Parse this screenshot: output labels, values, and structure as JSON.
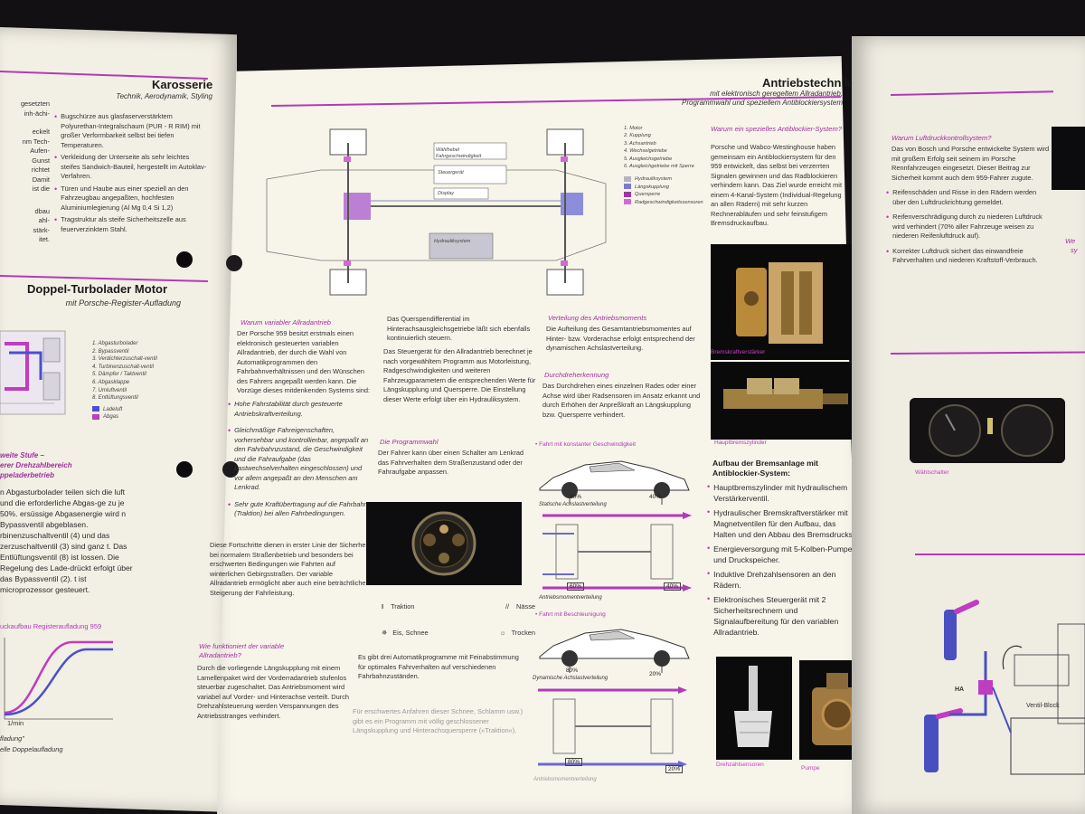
{
  "left_page": {
    "karosserie_title": "Karosserie",
    "karosserie_subtitle": "Technik, Aerodynamik, Styling",
    "frag_lines": [
      "gesetzten",
      "inh-ächi-",
      "eckelt",
      "nm Tech-",
      "Aufen-",
      "Gunst",
      "richtet",
      "Damit",
      "ist die",
      "dbau",
      "ahl-",
      "stärk-",
      "itet."
    ],
    "bullets": [
      "Bugschürze aus glasfaserverstärktem Polyurethan-Integralschaum (PUR - R RIM) mit großer Verformbarkeit selbst bei tiefen Temperaturen.",
      "Verkleidung der Unterseite als sehr leichtes steifes Sandwich-Bauteil, hergestellt im Autoklav-Verfahren.",
      "Türen und Haube aus einer speziell an den Fahrzeugbau angepaßten, hochfesten Aluminiumlegierung (Al Mg 0,4 Si 1,2)",
      "Tragstruktur als steife Sicherheitszelle aus feuerverzinktem Stahl."
    ],
    "turbo_title": "Doppel-Turbolader Motor",
    "turbo_subtitle": "mit Porsche-Register-Aufladung",
    "turbo_legend": [
      "1. Abgasturbolader",
      "2. Bypassventil",
      "3. Verdichterzuschalt-ventil",
      "4. Turbinenzuschalt-ventil",
      "5. Dämpfer / Taktventil",
      "6. Abgasklappe",
      "7. Umluftventil",
      "8. Entlüftungsventil"
    ],
    "turbo_legend_colors": [
      {
        "label": "Ladeluft",
        "color": "#4a4fd0"
      },
      {
        "label": "Abgas",
        "color": "#c03cc0"
      }
    ],
    "stufe_heading": [
      "weite Stufe –",
      "erer Drehzahlbereich",
      "ppeladerbetrieb"
    ],
    "stufe_text": "n Abgasturbolader teilen sich die luft und die erforderliche Abgas-ge zu je 50%. ersüssige Abgasenergie wird n Bypassventil abgeblasen. rbinenzuschaltventil (4) und das zerzuschaltventil (3) sind ganz t. Das Entlüftungsventil (8) ist lossen. Die Regelung des Lade-drückt erfolgt über das Bypassventil (2). t ist microprozessor gesteuert.",
    "chart_title": "uckaufbau Registeraufladung 959",
    "chart_axis_label": "1/min",
    "chart_caption_1": "fladung\"",
    "chart_caption_2": "elle Doppelaufladung"
  },
  "mid_page": {
    "title": "Antriebstechnik",
    "subtitle_1": "mit elektronisch geregeltem Allradantrieb,",
    "subtitle_2": "Programmwahl und speziellem Antiblockiersystem",
    "diagram_boxes": [
      "Wählhebel",
      "Fahrgeschwindigkeit",
      "Steuergerät",
      "Display",
      "Hydrauliksystem"
    ],
    "diagram_legend": [
      "1. Motor",
      "2. Kupplung",
      "3. Achsantrieb",
      "4. Wechselgetriebe",
      "5. Ausgleichsgetriebe",
      "6. Ausgleichgetriebe mit Sperre"
    ],
    "diagram_color_legend": [
      {
        "label": "Hydrauliksystem",
        "color": "#b5b3c0"
      },
      {
        "label": "Längskupplung",
        "color": "#7a7ad6"
      },
      {
        "label": "Quersperre",
        "color": "#9b3a9b"
      },
      {
        "label": "Radgeschwindigkeitssensoren",
        "color": "#d36ad3"
      }
    ],
    "col1_heading": "Warum variabler Allradantrieb",
    "col1_text": "Der Porsche 959 besitzt erstmals einen elektronisch gesteuerten variablen Allradantrieb, der durch die Wahl von Automatikprogrammen den Fahrbahnverhältnissen und den Wünschen des Fahrers angepaßt werden kann. Die Vorzüge dieses mitdenkenden Systems sind:",
    "col1_bullets": [
      "Hohe Fahrstabilität durch gesteuerte Antriebskraftverteilung.",
      "Gleichmäßige Fahreigenschaften, vorhersehbar und kontrollierbar, angepaßt an den Fahrbahnzustand, die Geschwindigkeit und die Fahraufgabe (das Lastwechselverhalten eingeschlossen) und vor allem angepaßt an den Menschen am Lenkrad.",
      "Sehr gute Kraftübertragung auf die Fahrbahn (Traktion) bei allen Fahrbedingungen."
    ],
    "col1_text2": "Diese Fortschritte dienen in erster Linie der Sicherheit bei normalem Straßenbetrieb und besonders bei erschwerten Bedingungen wie Fahrten auf winterlichen Gebirgsstraßen. Der variable Allradantrieb ermöglicht aber auch eine beträchtliche Steigerung der Fahrleistung.",
    "col1_heading2": "Wie funktioniert der variable Allradantrieb?",
    "col1_text3": "Durch die vorliegende Längskupplung mit einem Lamellenpaket wird der Vorderradantrieb stufenlos steuerbar zugeschaltet. Das Antriebsmoment wird variabel auf Vorder- und Hinterachse verteilt. Durch Drehzahlsteuerung werden Verspannungen des Antriebsstranges verhindert.",
    "col2_text1": "Das Querspendifferential im Hinterachsausgleichsgetriebe läßt sich ebenfalls kontinuierlich steuern.",
    "col2_text2": "Das Steuergerät für den Allradantrieb berechnet je nach vorgewähltem Programm aus Motorleistung, Radgeschwindigkeiten und weiteren Fahrzeugparametern die entsprechenden Werte für Längskupplung und Quersperre. Die Einstellung dieser Werte erfolgt über ein Hydrauliksystem.",
    "col2_heading": "Die Programmwahl",
    "col2_text3": "Der Fahrer kann über einen Schalter am Lenkrad das Fahrverhalten dem Straßenzustand oder der Fahraufgabe anpassen.",
    "modes": [
      {
        "icon": "I",
        "label": "Traktion"
      },
      {
        "icon": "//",
        "label": "Nässe"
      },
      {
        "icon": "✵",
        "label": "Eis, Schnee"
      },
      {
        "icon": "☼",
        "label": "Trocken"
      }
    ],
    "col2_text4": "Es gibt drei Automatikprogramme mit Feinabstimmung für optimales Fahrverhalten auf verschiedenen Fahrbahnzuständen.",
    "col2_text5": "Für erschwertes Anfahren dieser Schnee, Schlamm usw.) gibt es ein Programm mit völlig geschlossener Längskupplung und Hinterachsquersperre (»Traktion«).",
    "col3_heading1": "Verteilung des Antriebsmoments",
    "col3_text1": "Die Aufteilung des Gesamtantriebsmomentes auf Hinter- bzw. Vorderachse erfolgt entsprechend der dynamischen Achslastverteilung.",
    "col3_heading2": "Durchdreherkennung",
    "col3_text2": "Das Durchdrehen eines einzelnen Rades oder einer Achse wird über Radsensoren im Ansatz erkannt und durch Erhöhen der Anpreßkraft an Längskupplung bzw. Quersperre verhindert.",
    "fahrt_konst": "Fahrt mit konstanter Geschwindigkeit",
    "static_label": "Statische Achslastverteilung",
    "static_front": "60%",
    "static_rear": "40%",
    "antrieb_label": "Antriebsmomentverteilung",
    "antrieb_front": "60%",
    "antrieb_rear": "40%",
    "fahrt_beschl": "Fahrt mit Beschleunigung",
    "dyn_label": "Dynamische Achslastverteilung",
    "dyn_front": "80%",
    "dyn_rear": "20%",
    "antrieb2_label": "Antriebsmomentverteilung",
    "antrieb2_front": "80%",
    "antrieb2_rear": "20%"
  },
  "right_col": {
    "heading1": "Warum ein spezielles Antiblockier-System?",
    "text1": "Porsche und Wabco-Westinghouse haben gemeinsam ein Antiblockiersystem für den 959 entwickelt, das selbst bei verzerrten Signalen gewinnen und das Radblockieren verhindern kann. Das Ziel wurde erreicht mit einem 4-Kanal-System (Individual-Regelung an allen Rädern) mit sehr kurzen Rechnerabläufen und sehr feinstufigem Bremsdruckaufbau.",
    "photo1_caption": "Bremskraftverstärker",
    "photo2_caption": "Hauptbremszylinder",
    "heading2": "Aufbau der Bremsanlage mit Antiblockier-System:",
    "bullets": [
      "Hauptbremszylinder mit hydraulischem Verstärkerventil.",
      "Hydraulischer Bremskraftverstärker mit Magnetventilen für den Aufbau, das Halten und den Abbau des Bremsdrucks.",
      "Energieversorgung mit 5-Kolben-Pumpe und Druckspeicher.",
      "Induktive Drehzahlsensoren an den Rädern.",
      "Elektronisches Steuergerät mit 2 Sicherheitsrechnern und Signalaufbereitung für den variablen Allradantrieb."
    ],
    "photo3_caption": "Drehzahlsensoren",
    "photo4_caption": "Pumpe"
  },
  "right_page": {
    "heading": "Warum Luftdruckkontrollsystem?",
    "text": "Das von Bosch und Porsche entwickelte System wird mit großem Erfolg seit seinem im Porsche Rennfahrzeugen eingesetzt. Dieser Beitrag zur Sicherheit kommt auch dem 959-Fahrer zugute.",
    "bullets": [
      "Reifenschäden und Risse in den Rädern werden über den Luftdruckrichtung gemeldet.",
      "Reifenverschrädigung durch zu niederen Luftdruck wird verhindert (70% aller Fahrzeuge weisen zu niederen Reifenluftdruck auf).",
      "Korrekter Luftdruck sichert das einwandfreie Fahrverhalten und niederen Kraftstoff-Verbrauch."
    ],
    "wahl_caption": "Wählschalter",
    "fragment_we": "We",
    "fragment_sys": "sy",
    "block_label": "Ventil-Block",
    "ha_label": "HA"
  }
}
